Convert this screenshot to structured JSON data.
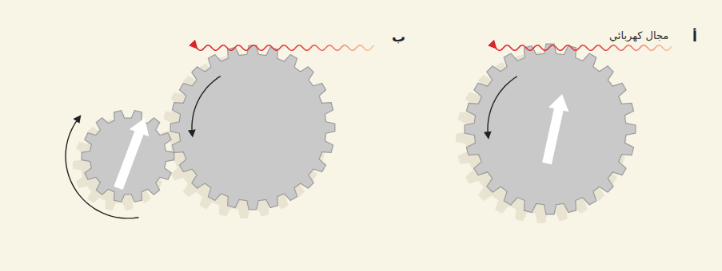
{
  "diagram": {
    "labels": [
      "أ",
      "مجال كهربائي",
      "ب"
    ]
  }
}
